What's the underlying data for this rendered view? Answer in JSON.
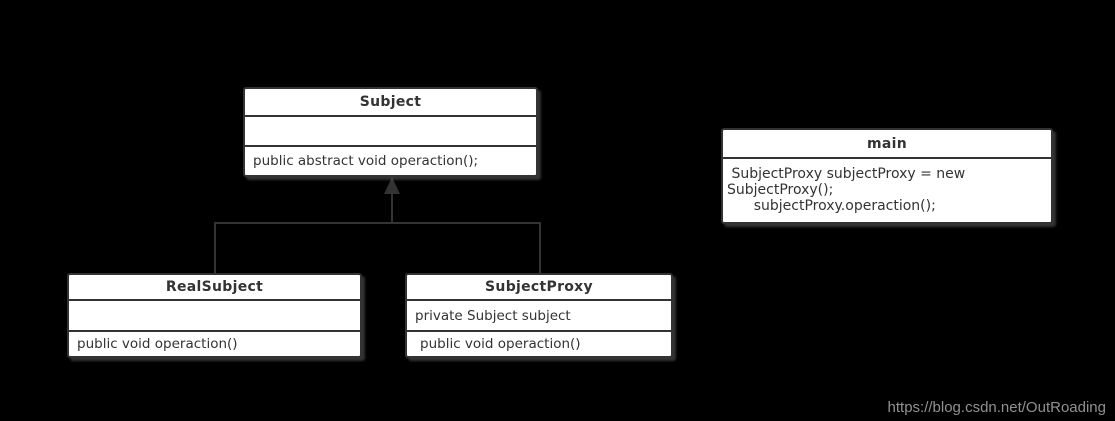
{
  "diagram": {
    "type": "uml-class-diagram",
    "pattern": "Proxy",
    "colors": {
      "background": "#000000",
      "box_fill": "#ffffff",
      "line_color": "#333333",
      "text_color": "#333333",
      "watermark_color": "#919191"
    }
  },
  "classes": {
    "subject": {
      "name": "Subject",
      "attributes": "",
      "methods": "public abstract void operaction();"
    },
    "real_subject": {
      "name": "RealSubject",
      "attributes": "",
      "methods": "public void operaction()"
    },
    "subject_proxy": {
      "name": "SubjectProxy",
      "attributes": "private Subject subject",
      "methods": "public void operaction()"
    },
    "main": {
      "name": "main",
      "lines": [
        " SubjectProxy subjectProxy = new",
        "SubjectProxy();",
        "      subjectProxy.operaction();"
      ]
    }
  },
  "relationships": [
    {
      "type": "inheritance",
      "from": [
        "RealSubject",
        "SubjectProxy"
      ],
      "to": "Subject"
    }
  ],
  "watermark": {
    "text": "https://blog.csdn.net/OutRoading"
  }
}
